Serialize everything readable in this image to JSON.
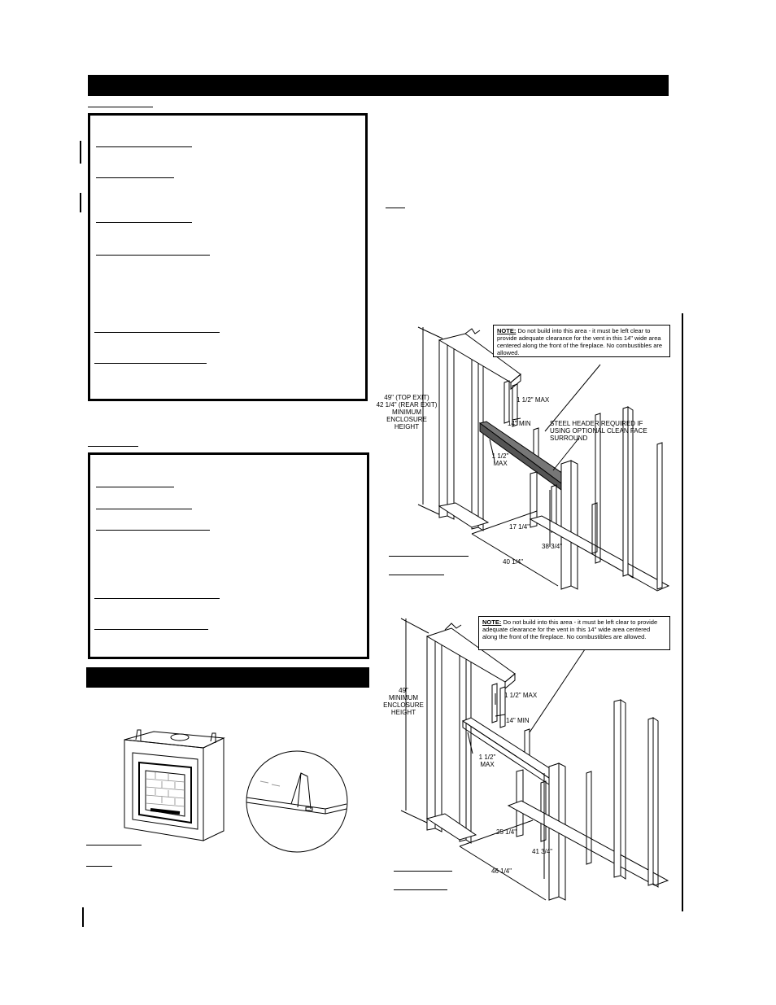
{
  "diagram_top": {
    "note_label": "NOTE:",
    "note_text": "Do not build into this area - it must be left clear to provide adequate clearance for the vent in this 14\" wide area centered along the front of the fireplace. No combustibles are allowed.",
    "height_label": [
      "49\" (TOP EXIT)",
      "42 1/4\" (REAR EXIT)",
      "MINIMUM",
      "ENCLOSURE",
      "HEIGHT"
    ],
    "max_1_5": "1 1/2\" MAX",
    "min_14": "14\" MIN",
    "steel_header": [
      "STEEL HEADER REQUIRED IF",
      "USING OPTIONAL CLEAN FACE",
      "SURROUND"
    ],
    "side_max": [
      "1 1/2\"",
      "MAX"
    ],
    "depth": "17 1/4\"",
    "height_open": "38 3/4\"",
    "width": "40 1/4\""
  },
  "diagram_bottom": {
    "note_label": "NOTE:",
    "note_text": "Do not build into this area - it must be left clear to provide adequate clearance for the vent in this 14\" wide area centered along the front of the fireplace. No combustibles are allowed.",
    "height_label": [
      "49\"",
      "MINIMUM",
      "ENCLOSURE",
      "HEIGHT"
    ],
    "max_1_5": "1 1/2\" MAX",
    "min_14": "14\" MIN",
    "side_max": [
      "1 1/2\"",
      "MAX"
    ],
    "depth": "25 1/4\"",
    "height_open": "41 3/4\"",
    "width": "46 1/4\""
  }
}
